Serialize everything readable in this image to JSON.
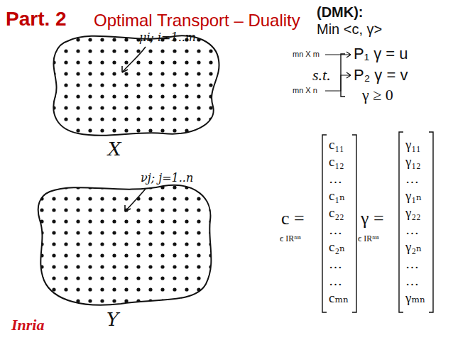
{
  "diagram": {
    "title": "Optimal Transport – Duality",
    "labels": [
      "Part. 2",
      "μi; i=1..m",
      "X",
      "νj; j=1..n",
      "Y",
      "(DMK):",
      "Min <c, γ>",
      "mn X m",
      "P₁ γ = u",
      "s.t.",
      "P₂ γ = v",
      "mn X n",
      "γ ≥ 0",
      "c₁₁",
      "c₁₂",
      "…",
      "c₁ₙ",
      "c₂₂",
      "…",
      "c₂ₙ",
      "…",
      "…",
      "cₘₙ",
      "c =",
      "є IRᵐⁿ",
      "γ₁₁",
      "γ₁₂",
      "…",
      "γ₁ₙ",
      "γ₂₂",
      "…",
      "γ₂ₙ",
      "…",
      "…",
      "γₘₙ",
      "γ =",
      "є IRᵐⁿ",
      "Inria"
    ]
  }
}
